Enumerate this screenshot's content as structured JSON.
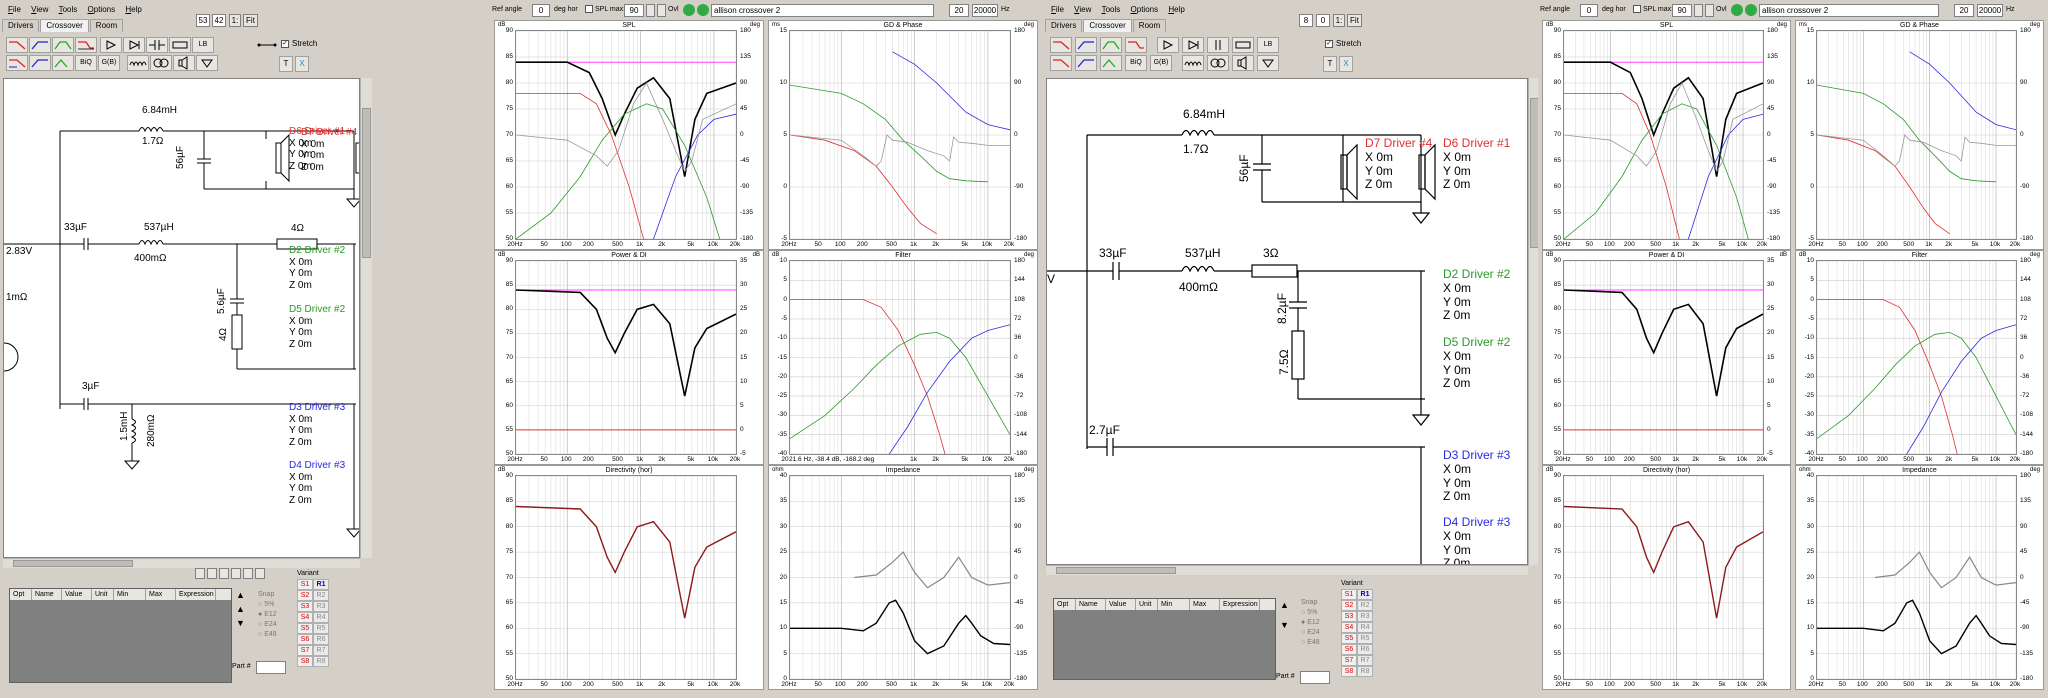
{
  "left": {
    "menu": [
      "File",
      "View",
      "Tools",
      "Options",
      "Help"
    ],
    "tabs": [
      "Drivers",
      "Crossover",
      "Room"
    ],
    "active_tab": "Crossover",
    "num1": "53",
    "num2": "42",
    "ratio": "1:",
    "fit": "Fit",
    "stretch": "Stretch",
    "toolbar_labels": {
      "lb": "LB",
      "biq": "BiQ",
      "gb": "G(B)",
      "t": "T",
      "x": "X"
    },
    "components": {
      "l1": "6.84mH",
      "l1r": "1.7Ω",
      "c_d7": "56µF",
      "c1": "33µF",
      "l2": "537µH",
      "l2r": "400mΩ",
      "r1": "4Ω",
      "c_mid": "5.6µF",
      "r_mid": "4Ω",
      "c3": "3µF",
      "l3": "1.5mH",
      "l3r": "280mΩ",
      "src_v": "2.83V",
      "src_r": "1mΩ"
    },
    "drivers": [
      {
        "name": "D7 Driver #4",
        "color": "#e03030"
      },
      {
        "name": "D6 Driver #1",
        "color": "#e03030"
      },
      {
        "name": "D2 Driver #2",
        "color": "#2a9a2a"
      },
      {
        "name": "D5 Driver #2",
        "color": "#2a9a2a"
      },
      {
        "name": "D3 Driver #3",
        "color": "#2a2ae0"
      },
      {
        "name": "D4 Driver #3",
        "color": "#2a2ae0"
      }
    ],
    "coords": {
      "x": "X 0m",
      "y": "Y 0m",
      "z": "Z 0m"
    },
    "grid_headers": [
      "Opt",
      "Name",
      "Value",
      "Unit",
      "Min",
      "Max",
      "Expression"
    ],
    "snap": {
      "title": "Snap",
      "options": [
        "5%",
        "E12",
        "E24",
        "E48"
      ]
    },
    "variant": {
      "title": "Variant",
      "s": [
        "S1",
        "S2",
        "S3",
        "S4",
        "S5",
        "S6",
        "S7",
        "S8"
      ],
      "r": [
        "R1",
        "R2",
        "R3",
        "R4",
        "R5",
        "R6",
        "R7",
        "R8"
      ]
    },
    "part_label": "Part #",
    "status": "21.6 Hz, -38.4 dB, -168.2 deg"
  },
  "right": {
    "num1": "8",
    "num2": "0",
    "components": {
      "l1": "6.84mH",
      "l1r": "1.7Ω",
      "c_d7": "56µF",
      "c1": "33µF",
      "l2": "537µH",
      "l2r": "400mΩ",
      "r1": "3Ω",
      "c_mid": "8.2µF",
      "r_mid": "7.5Ω",
      "c3": "2.7µF",
      "src_v": "V"
    }
  },
  "graph_header": {
    "ref_angle_label": "Ref angle",
    "ref_angle_value": "0",
    "deg_hor": "deg hor",
    "spl_max_label": "SPL max:",
    "spl_max_value": "90",
    "ovl": "Ovl",
    "name": "allison crossover 2",
    "f_min": "20",
    "f_max": "20000",
    "hz": "Hz"
  },
  "panels": {
    "spl": {
      "title": "SPL",
      "unit_l": "dB",
      "unit_r": "deg",
      "y": [
        "90",
        "85",
        "80",
        "75",
        "70",
        "65",
        "60",
        "55",
        "50"
      ],
      "y_r": [
        "180",
        "135",
        "90",
        "45",
        "0",
        "-45",
        "-90",
        "-135",
        "-180"
      ]
    },
    "gd": {
      "title": "GD & Phase",
      "unit_l": "ms",
      "unit_r": "deg",
      "y": [
        "15",
        "10",
        "5",
        "0",
        "-5"
      ],
      "y_r": [
        "180",
        "90",
        "0",
        "-90",
        "-180"
      ]
    },
    "power": {
      "title": "Power & DI",
      "unit_l": "dB",
      "unit_r": "dB",
      "y": [
        "90",
        "85",
        "80",
        "75",
        "70",
        "65",
        "60",
        "55",
        "50"
      ],
      "y_r": [
        "35",
        "30",
        "25",
        "20",
        "15",
        "10",
        "5",
        "0",
        "-5"
      ]
    },
    "filter": {
      "title": "Filter",
      "unit_l": "dB",
      "unit_r": "deg",
      "y": [
        "10",
        "5",
        "0",
        "-5",
        "-10",
        "-15",
        "-20",
        "-25",
        "-30",
        "-35",
        "-40"
      ],
      "y_r": [
        "180",
        "144",
        "108",
        "72",
        "36",
        "0",
        "-36",
        "-72",
        "-108",
        "-144",
        "-180"
      ]
    },
    "directivity": {
      "title": "Directivity (hor)",
      "unit_l": "dB",
      "y": [
        "90",
        "85",
        "80",
        "75",
        "70",
        "65",
        "60",
        "55",
        "50"
      ]
    },
    "impedance": {
      "title": "Impedance",
      "unit_l": "ohm",
      "unit_r": "deg",
      "y": [
        "40",
        "35",
        "30",
        "25",
        "20",
        "15",
        "10",
        "5",
        "0"
      ],
      "y_r": [
        "180",
        "135",
        "90",
        "45",
        "0",
        "-45",
        "-90",
        "-135",
        "-180"
      ]
    },
    "x": [
      "20Hz",
      "50",
      "100",
      "200",
      "500",
      "1k",
      "2k",
      "5k",
      "10k",
      "20k"
    ]
  }
}
